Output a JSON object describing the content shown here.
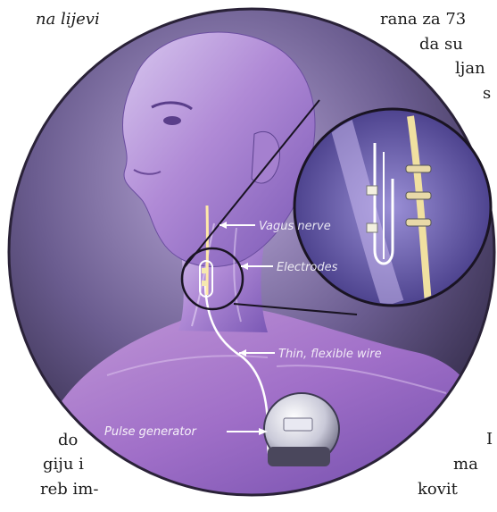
{
  "page": {
    "caption_top_left": "na lijevi",
    "right_column_lines": [
      "rana za 73",
      "da su",
      "ljan",
      "s"
    ],
    "right_bottom_lines": [
      "I",
      "ma",
      "kovit"
    ],
    "left_bottom_lines": [
      "do",
      "giju i",
      "reb   im-"
    ]
  },
  "figure": {
    "labels": {
      "vagus_nerve": "Vagus nerve",
      "electrodes": "Electrodes",
      "lead_wire": "Thin, flexible wire",
      "pulse_generator": "Pulse generator"
    }
  }
}
